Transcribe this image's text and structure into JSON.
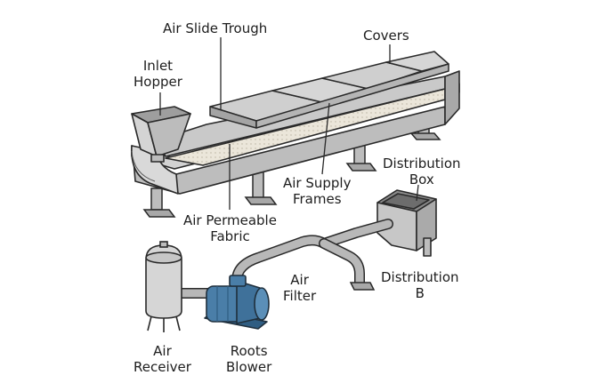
{
  "labels": {
    "air_slide_trough": "Air Slide Trough",
    "covers": "Covers",
    "inlet_hopper_line1": "Inlet",
    "inlet_hopper_line2": "Hopper",
    "distribution_box_line1": "Distribution",
    "distribution_box_line2": "Box",
    "air_supply_frames_line1": "Air Supply",
    "air_supply_frames_line2": "Frames",
    "air_permeable_fabric_line1": "Air Permeable",
    "air_permeable_fabric_line2": "Fabric",
    "air_filter_line1": "Air",
    "air_filter_line2": "Filter",
    "distribution_b_line1": "Distribution",
    "distribution_b_line2": "B",
    "air_receiver_line1": "Air",
    "air_receiver_line2": "Receiver",
    "roots_blower_line1": "Roots",
    "roots_blower_line2": "Blower"
  },
  "colors": {
    "outline": "#2a2a2a",
    "steel_light": "#d9d9d9",
    "steel_mid": "#bdbdbd",
    "steel_dark": "#8e8e8e",
    "fabric": "#e9e4d8",
    "blower_blue": "#4a7ea8",
    "blower_dark": "#2f5d82"
  }
}
